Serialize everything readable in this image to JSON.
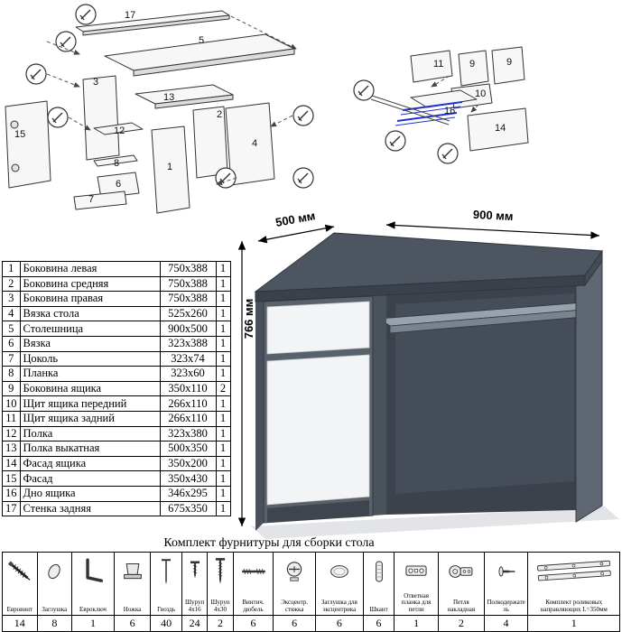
{
  "dimensions": {
    "width": "900 мм",
    "depth": "500 мм",
    "height": "766 мм"
  },
  "exploded_left": {
    "labels": [
      "17",
      "5",
      "3",
      "13",
      "2",
      "15",
      "12",
      "8",
      "6",
      "7",
      "1",
      "4"
    ]
  },
  "exploded_right": {
    "labels": [
      "11",
      "9",
      "9",
      "10",
      "16",
      "14"
    ]
  },
  "parts_table": {
    "rows": [
      {
        "num": "1",
        "name": "Боковина левая",
        "size": "750x388",
        "qty": "1"
      },
      {
        "num": "2",
        "name": "Боковина средняя",
        "size": "750x388",
        "qty": "1"
      },
      {
        "num": "3",
        "name": "Боковина правая",
        "size": "750x388",
        "qty": "1"
      },
      {
        "num": "4",
        "name": "Вязка стола",
        "size": "525x260",
        "qty": "1"
      },
      {
        "num": "5",
        "name": "Столешница",
        "size": "900x500",
        "qty": "1"
      },
      {
        "num": "6",
        "name": "Вязка",
        "size": "323x388",
        "qty": "1"
      },
      {
        "num": "7",
        "name": "Цоколь",
        "size": "323x74",
        "qty": "1"
      },
      {
        "num": "8",
        "name": "Планка",
        "size": "323x60",
        "qty": "1"
      },
      {
        "num": "9",
        "name": "Боковина ящика",
        "size": "350x110",
        "qty": "2"
      },
      {
        "num": "10",
        "name": "Щит ящика передний",
        "size": "266x110",
        "qty": "1"
      },
      {
        "num": "11",
        "name": "Щит ящика задний",
        "size": "266x110",
        "qty": "1"
      },
      {
        "num": "12",
        "name": "Полка",
        "size": "323x380",
        "qty": "1"
      },
      {
        "num": "13",
        "name": "Полка выкатная",
        "size": "500x350",
        "qty": "1"
      },
      {
        "num": "14",
        "name": "Фасад ящика",
        "size": "350x200",
        "qty": "1"
      },
      {
        "num": "15",
        "name": "Фасад",
        "size": "350x430",
        "qty": "1"
      },
      {
        "num": "16",
        "name": "Дно ящика",
        "size": "346x295",
        "qty": "1"
      },
      {
        "num": "17",
        "name": "Стенка задняя",
        "size": "675x350",
        "qty": "1"
      }
    ]
  },
  "hardware": {
    "title": "Комплект фурнитуры для сборки стола",
    "items": [
      {
        "icon": "eurovint",
        "label": "Евровинт",
        "qty": "14"
      },
      {
        "icon": "zaglushka",
        "label": "Заглушка",
        "qty": "8"
      },
      {
        "icon": "evroklyuch",
        "label": "Евроключ",
        "qty": "1"
      },
      {
        "icon": "nozhka",
        "label": "Ножка",
        "qty": "6"
      },
      {
        "icon": "gvozd",
        "label": "Гвоздь",
        "qty": "40"
      },
      {
        "icon": "shurup-4x16",
        "label": "Шуруп 4х16",
        "qty": "24"
      },
      {
        "icon": "shurup-4x30",
        "label": "Шуруп 4х30",
        "qty": "2"
      },
      {
        "icon": "vintich-dyubel",
        "label": "Винтич. дюбель",
        "qty": "6"
      },
      {
        "icon": "excentr-styazhka",
        "label": "Эксцентр. стяжка",
        "qty": "6"
      },
      {
        "icon": "zaglushka-excentrika",
        "label": "Заглушка для эксцентрика",
        "qty": "6"
      },
      {
        "icon": "shkant",
        "label": "Шкант",
        "qty": "6"
      },
      {
        "icon": "otvetnaya-planka",
        "label": "Ответная планка для петли",
        "qty": "1"
      },
      {
        "icon": "petlya-nakladnaya",
        "label": "Петля накладная",
        "qty": "2"
      },
      {
        "icon": "polkoderzhatel",
        "label": "Полкодержатель",
        "qty": "4"
      },
      {
        "icon": "komplekt-napravlyayushchikh",
        "label": "Комплект роликовых направляющих L=350мм",
        "qty": "1"
      }
    ]
  }
}
